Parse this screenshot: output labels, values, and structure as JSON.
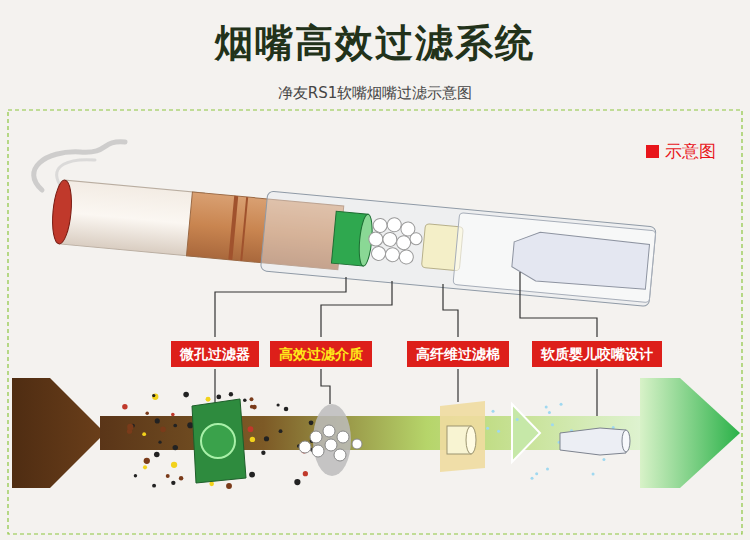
{
  "diagram": {
    "title": "烟嘴高效过滤系统",
    "nodes": [
      {
        "text": [
          "微孔过滤器"
        ]
      },
      {
        "text": [
          "高效过滤介质"
        ]
      },
      {
        "text": [
          "高纤维过滤棉"
        ]
      },
      {
        "text": [
          "软质婴儿咬嘴设计"
        ]
      }
    ],
    "labels": [
      "净友RS1软嘴烟嘴过滤示意图"
    ],
    "legend": [
      {
        "text": "示意图",
        "color": "#e8161b"
      }
    ]
  }
}
